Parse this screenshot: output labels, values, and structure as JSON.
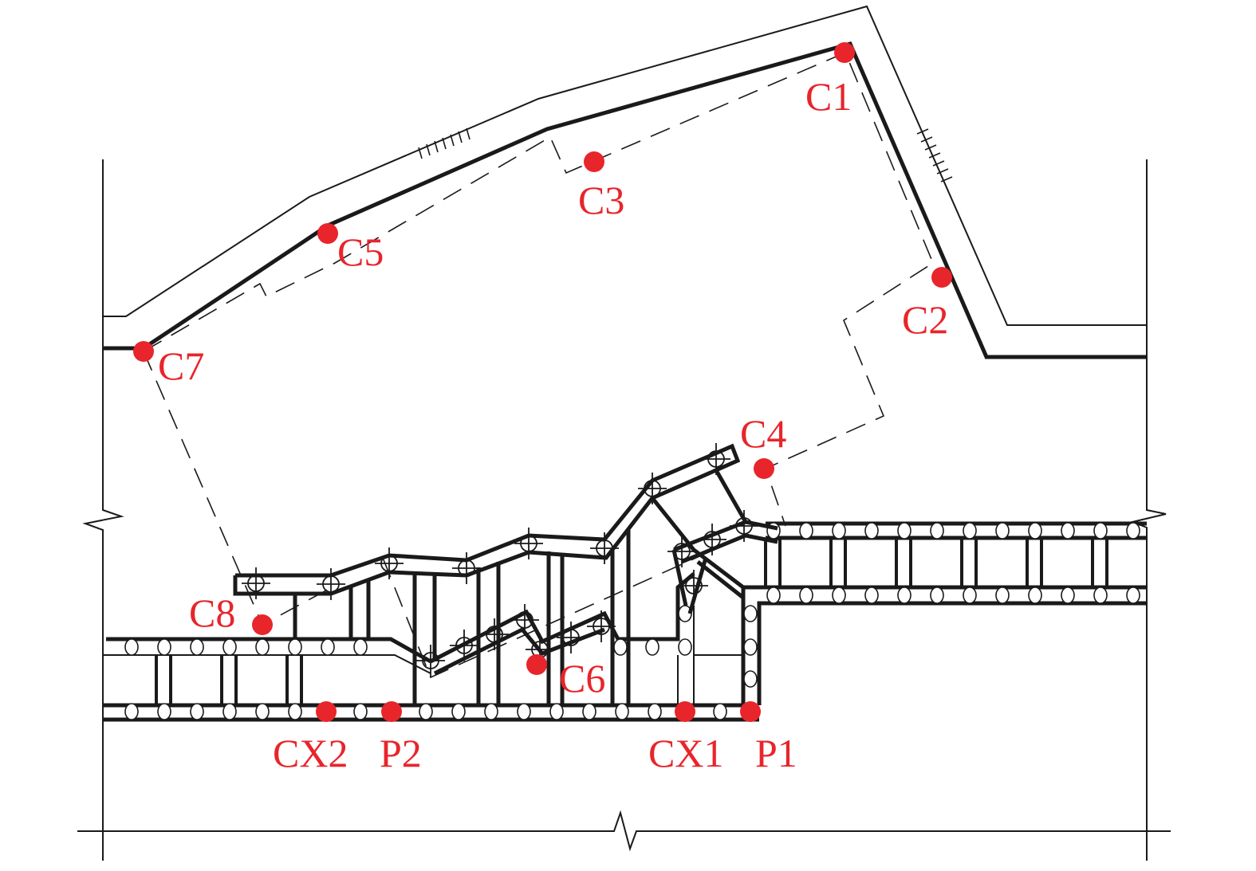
{
  "diagram": {
    "colors": {
      "point": "#e8252b",
      "line": "#1a1a1a"
    },
    "points": [
      {
        "id": "C1",
        "label": "C1"
      },
      {
        "id": "C2",
        "label": "C2"
      },
      {
        "id": "C3",
        "label": "C3"
      },
      {
        "id": "C4",
        "label": "C4"
      },
      {
        "id": "C5",
        "label": "C5"
      },
      {
        "id": "C6",
        "label": "C6"
      },
      {
        "id": "C7",
        "label": "C7"
      },
      {
        "id": "C8",
        "label": "C8"
      },
      {
        "id": "CX2",
        "label": "CX2"
      },
      {
        "id": "P2",
        "label": "P2"
      },
      {
        "id": "CX1",
        "label": "CX1"
      },
      {
        "id": "P1",
        "label": "P1"
      }
    ]
  }
}
